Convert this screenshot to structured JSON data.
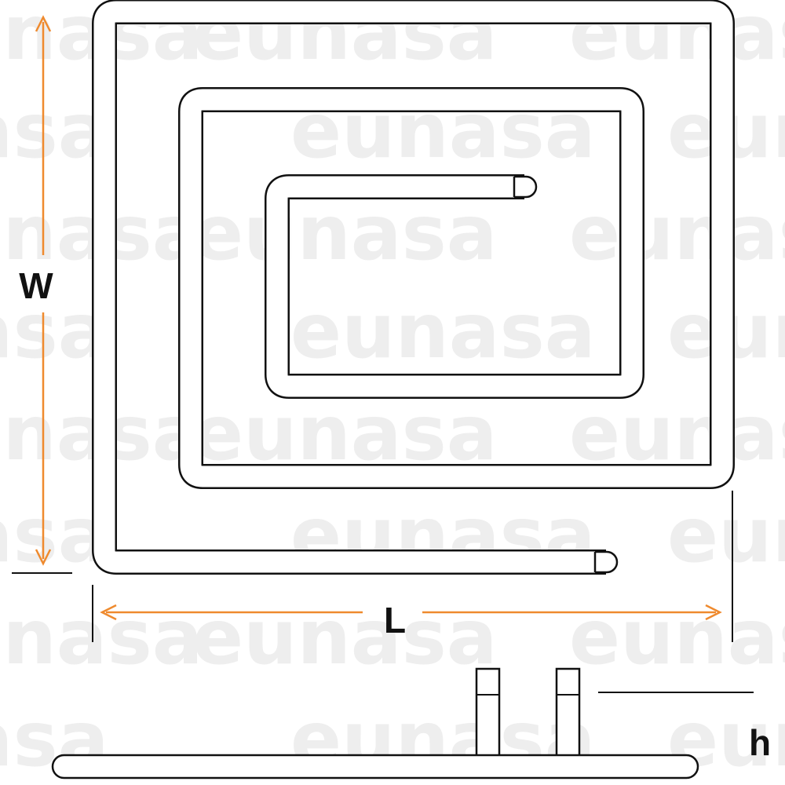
{
  "watermark": {
    "text": "eunasa",
    "color": "#eeeeee",
    "accent": "#f7dcc6"
  },
  "dimensions": {
    "width_label": "W",
    "length_label": "L",
    "height_label": "h"
  },
  "colors": {
    "line": "#111111",
    "dimension_arrow": "#ef8a2e",
    "background": "#ffffff"
  }
}
